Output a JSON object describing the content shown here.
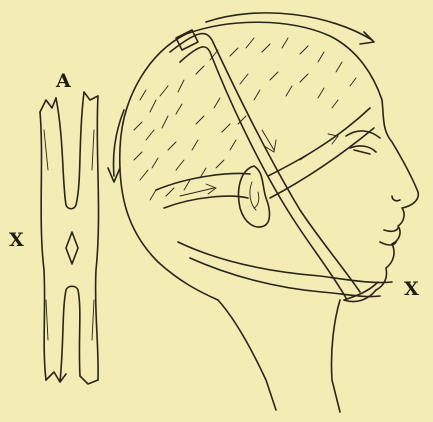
{
  "figure": {
    "colors": {
      "paper": "#f3ecb4",
      "ink": "#2a241a"
    },
    "labels": {
      "a": "A",
      "x_left": "X",
      "x_right": "X"
    }
  }
}
